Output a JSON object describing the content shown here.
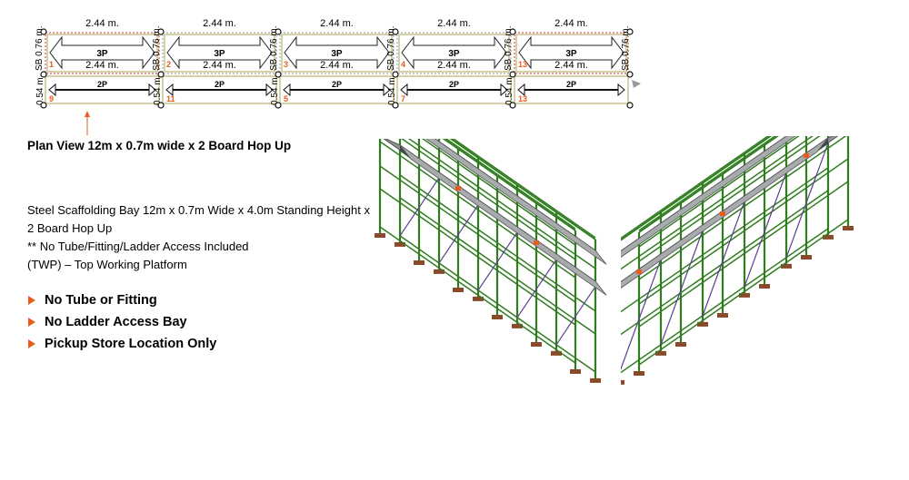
{
  "plan": {
    "bay_width_labels": [
      "2.44 m.",
      "2.44 m.",
      "2.44 m.",
      "2.44 m.",
      "2.44 m."
    ],
    "top_row": {
      "platform_label": "3P",
      "width_label": "2.44 m.",
      "bay_numbers": [
        "1",
        "2",
        "3",
        "4",
        "13"
      ],
      "side_labels": [
        "SB 0.76 m.",
        "SB 0.76 m.",
        "SB 0.76 m.",
        "SB 0.76 m.",
        "SB 0.76 m.",
        "SB 0.76 m."
      ]
    },
    "bottom_row": {
      "platform_label": "2P",
      "bay_numbers": [
        "9",
        "11",
        "5",
        "7",
        "13"
      ],
      "side_labels": [
        "0.54 m.",
        "0.54 m.",
        "0.54 m.",
        "0.54 m.",
        "0.54 m."
      ]
    },
    "caption": "Plan View 12m x 0.7m wide x 2 Board Hop Up"
  },
  "description": {
    "line1": "Steel Scaffolding Bay 12m x 0.7m Wide x 4.0m Standing Height x",
    "line2": "2 Board Hop Up",
    "line3": "** No Tube/Fitting/Ladder Access Included",
    "line4": "(TWP) – Top Working Platform"
  },
  "features": [
    "No Tube or Fitting",
    "No Ladder Access Bay",
    "Pickup Store Location Only"
  ],
  "colors": {
    "accent": "#e85d1e",
    "frame_green": "#2f7d1f",
    "deck_grey": "#8d9293",
    "base_plate": "#8a4a2a",
    "brace_purple": "#5a3f8f",
    "plan_outline": "#c9c48a"
  }
}
